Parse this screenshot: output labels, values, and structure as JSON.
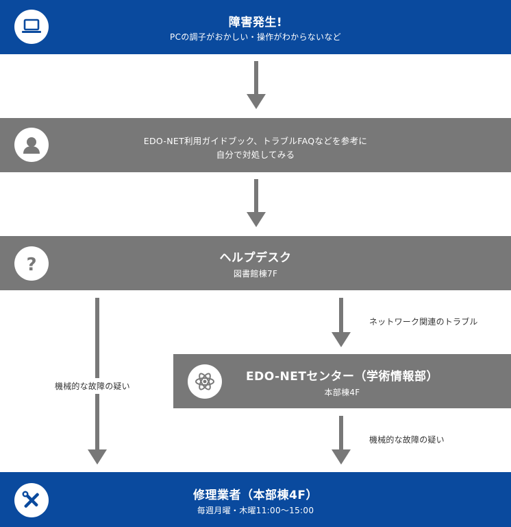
{
  "nodes": {
    "incident": {
      "title": "障害発生!",
      "subtitle": "PCの調子がおかしい・操作がわからないなど",
      "icon": "laptop-icon",
      "color": "#0a4a9e"
    },
    "selfhelp": {
      "line1": "EDO-NET利用ガイドブック、トラブルFAQなどを参考に",
      "line2": "自分で対処してみる",
      "icon": "user-icon",
      "color": "#787878"
    },
    "helpdesk": {
      "title": "ヘルプデスク",
      "subtitle": "図書館棟7F",
      "icon": "question-icon",
      "color": "#787878"
    },
    "center": {
      "title": "EDO-NETセンター（学術情報部）",
      "subtitle": "本部棟4F",
      "icon": "atom-icon",
      "color": "#787878"
    },
    "vendor": {
      "title": "修理業者（本部棟4F）",
      "subtitle": "毎週月曜・木曜11:00〜15:00",
      "icon": "tools-icon",
      "color": "#0a4a9e"
    }
  },
  "edges": {
    "left_hardware": {
      "label": "機械的な故障の疑い"
    },
    "network": {
      "label": "ネットワーク関連のトラブル"
    },
    "center_hardware": {
      "label": "機械的な故障の疑い"
    }
  }
}
